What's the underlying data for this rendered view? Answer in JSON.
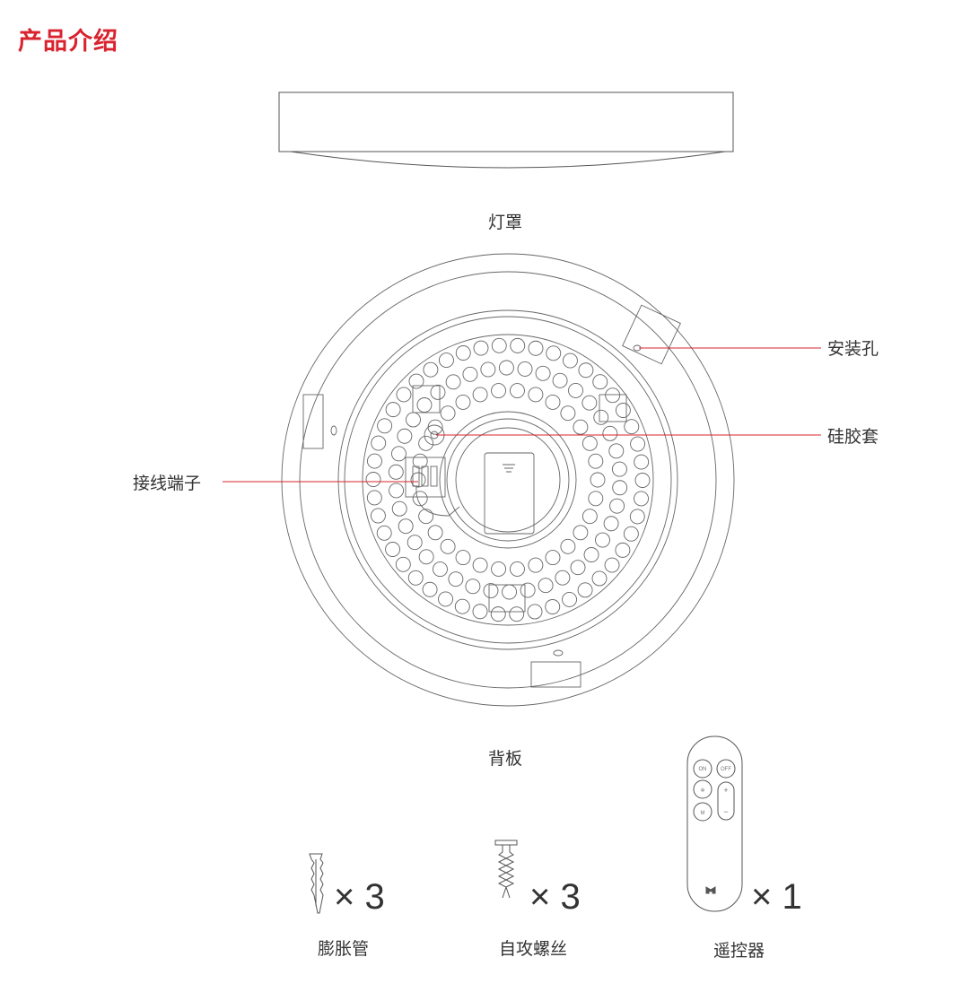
{
  "page_title": "产品介绍",
  "parts": {
    "lampshade": "灯罩",
    "backplate": "背板",
    "mounting_hole": "安装孔",
    "silicone_sleeve": "硅胶套",
    "terminal_block": "接线端子"
  },
  "accessories": [
    {
      "name": "膨胀管",
      "quantity": "× 3"
    },
    {
      "name": "自攻螺丝",
      "quantity": "× 3"
    },
    {
      "name": "遥控器",
      "quantity": "× 1"
    }
  ],
  "remote_buttons": {
    "on": "ON",
    "off": "OFF",
    "plus": "+",
    "minus": "−",
    "mode": "M"
  },
  "colors": {
    "accent": "#d9232e",
    "line": "#555555"
  }
}
